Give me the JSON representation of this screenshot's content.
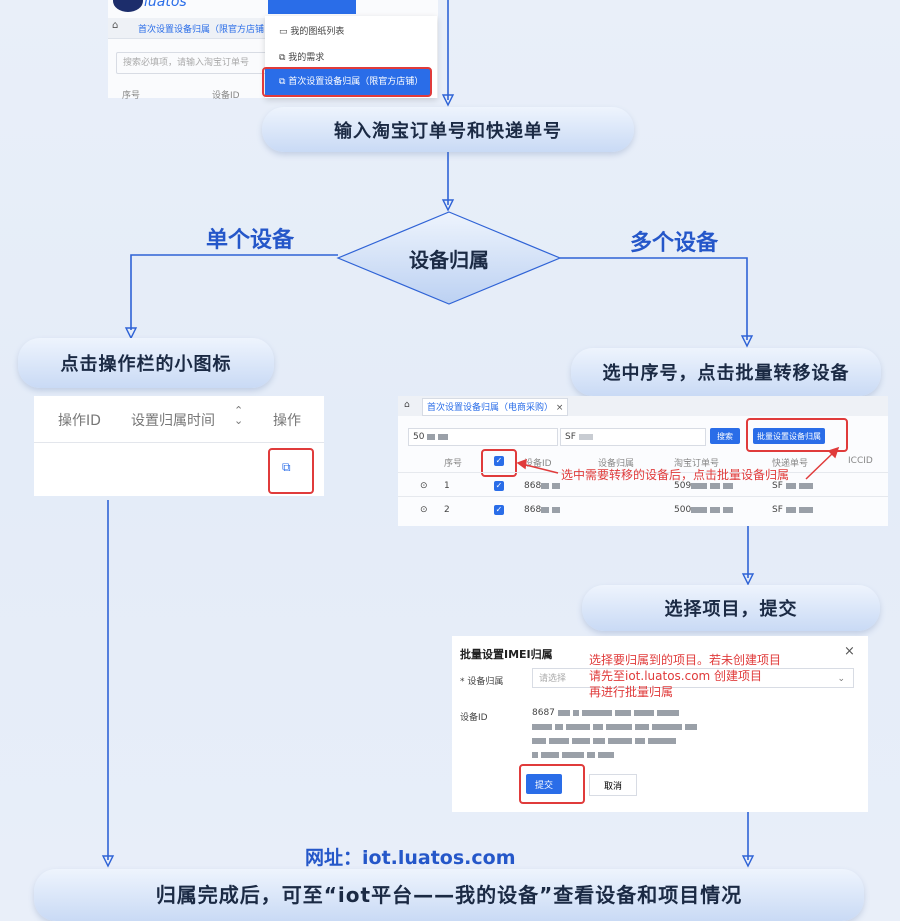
{
  "top_screenshot": {
    "logo_text": "luatos",
    "tab_label": "首次设置设备归属（限官方店铺",
    "search_placeholder": "搜索必填项，请输入淘宝订单号",
    "col_index": "序号",
    "col_device_id": "设备ID",
    "menu_items": [
      "我的图纸列表",
      "我的需求",
      "首次设置设备归属（限官方店铺）"
    ]
  },
  "steps": {
    "input_order": "输入淘宝订单号和快递单号",
    "decision": "设备归属",
    "single_branch": "单个设备",
    "multi_branch": "多个设备",
    "click_icon": "点击操作栏的小图标",
    "select_rows": "选中序号，点击批量转移设备",
    "choose_project": "选择项目，提交",
    "final": "归属完成后，可至“iot平台——我的设备”查看设备和项目情况"
  },
  "single_table": {
    "col_op_id": "操作ID",
    "col_time": "设置归属时间",
    "col_action": "操作"
  },
  "multi_table": {
    "tab_label": "首次设置设备归属（电商采购）",
    "input1_value": "50",
    "input2_value": "SF",
    "search_btn": "搜索",
    "batch_btn": "批量设置设备归属",
    "headers": [
      "序号",
      "设备ID",
      "设备归属",
      "淘宝订单号",
      "快递单号",
      "ICCID"
    ],
    "rows": [
      {
        "index": "1",
        "device": "868",
        "order": "509",
        "express": "SF"
      },
      {
        "index": "2",
        "device": "868",
        "order": "500",
        "express": "SF"
      }
    ],
    "note": "选中需要转移的设备后，点击批量设备归属"
  },
  "dialog": {
    "title": "批量设置IMEI归属",
    "close": "×",
    "field_label": "* 设备归属",
    "select_placeholder": "请选择",
    "device_label": "设备ID",
    "device_prefix": "8687",
    "note_lines": [
      "选择要归属到的项目。若未创建项目",
      "请先至iot.luatos.com 创建项目",
      "再进行批量归属"
    ],
    "submit": "提交",
    "cancel": "取消"
  },
  "website": "网址：iot.luatos.com",
  "colors": {
    "accent_blue": "#2a6de8",
    "arrow_blue": "#2f63d6",
    "highlight_red": "#e03b3b",
    "branch_text": "#2557c9"
  }
}
